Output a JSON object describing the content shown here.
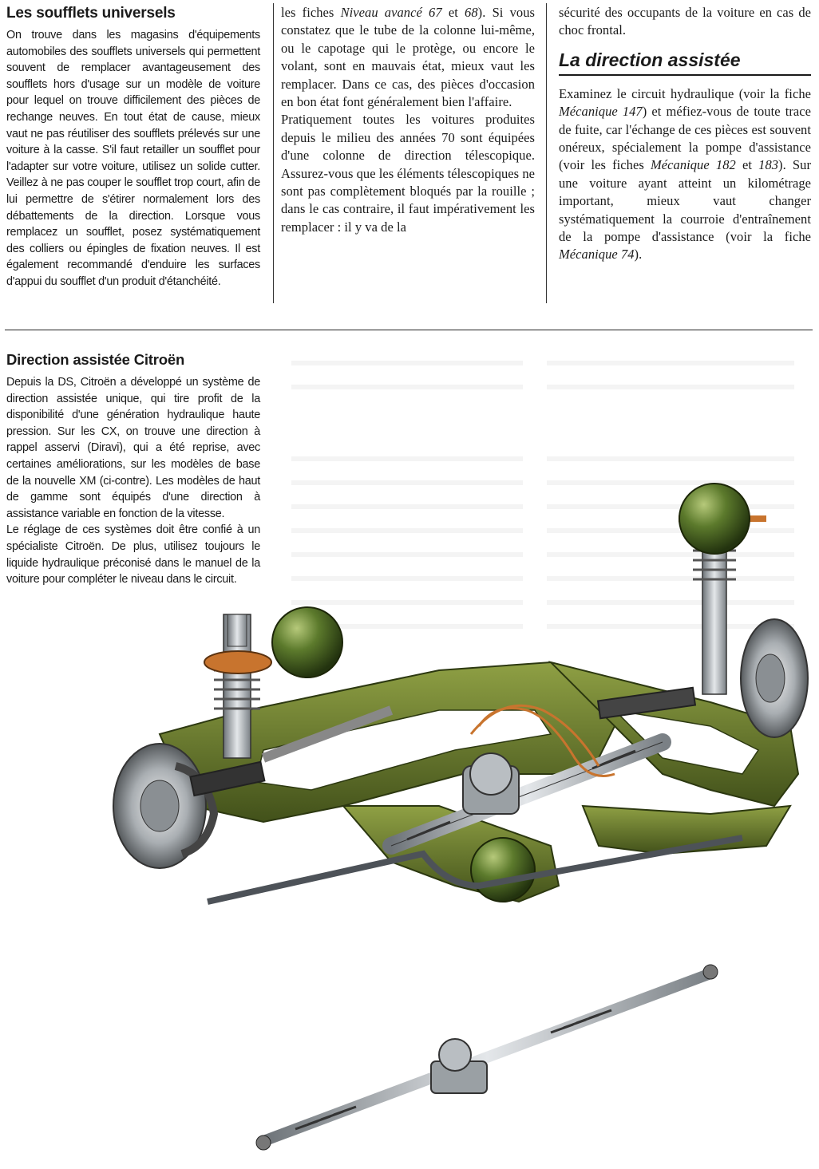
{
  "col1": {
    "title": "Les soufflets universels",
    "body": "On trouve dans les magasins d'équipements automobiles des soufflets universels qui permettent souvent de remplacer avantageusement des soufflets hors d'usage sur un modèle de voiture pour lequel on trouve difficilement des pièces de rechange neuves. En tout état de cause, mieux vaut ne pas réutiliser des soufflets prélevés sur une voiture à la casse. S'il faut retailler un soufflet pour l'adapter sur votre voiture, utilisez un solide cutter. Veillez à ne pas couper le soufflet trop court, afin de lui permettre de s'étirer normalement lors des débattements de la direction. Lorsque vous remplacez un soufflet, posez systématiquement des colliers ou épingles de fixation neuves. Il est également recommandé d'enduire les surfaces d'appui du soufflet d'un produit d'étanchéité."
  },
  "col2": {
    "p1_a": "les fiches ",
    "p1_b": "Niveau avancé 67",
    "p1_c": " et ",
    "p1_d": "68",
    "p1_e": "). Si vous constatez que le tube de la colonne lui-même, ou le capotage qui le protège, ou encore le volant, sont en mauvais état, mieux vaut les remplacer. Dans ce cas, des pièces d'occasion en bon état font généralement bien l'affaire.",
    "p2": "Pratiquement toutes les voitures produites depuis le milieu des années 70 sont équipées d'une colonne de direction télescopique. Assurez-vous que les éléments télescopiques ne sont pas complètement bloqués par la rouille ; dans le cas contraire, il faut impérativement les remplacer : il y va de la"
  },
  "col3": {
    "top": "sécurité des occupants de la voiture en cas de choc frontal.",
    "title": "La direction assistée",
    "p_a": "Examinez le circuit hydraulique (voir la fiche ",
    "p_b": "Mécanique 147",
    "p_c": ") et méfiez-vous de toute trace de fuite, car l'échange de ces pièces est souvent onéreux, spécialement la pompe d'assistance (voir les fiches ",
    "p_d": "Mécanique 182",
    "p_e": " et ",
    "p_f": "183",
    "p_g": "). Sur une voiture ayant atteint un kilométrage important, mieux vaut changer systématiquement la courroie d'entraînement de la pompe d'assistance (voir la fiche ",
    "p_h": "Mécanique 74",
    "p_i": ")."
  },
  "col4": {
    "title": "Direction assistée Citroën",
    "p1": "Depuis la DS, Citroën a développé un système de direction assistée unique, qui tire profit de la disponibilité d'une génération hydraulique haute pression. Sur les CX, on trouve une direction à rappel asservi (Diravi), qui a été reprise, avec certaines améliorations, sur les modèles de base de la nouvelle XM (ci-contre). Les modèles de haut de gamme sont équipés d'une direction à assistance variable en fonction de la vitesse.",
    "p2": "Le réglage de ces systèmes doit être confié à un spécialiste Citroën. De plus, utilisez toujours le liquide hydraulique préconisé dans le manuel de la voiture pour compléter le niveau dans le circuit."
  },
  "colors": {
    "subframe": "#5b6b25",
    "subframe_light": "#7d8f38",
    "sphere": "#5c7a2c",
    "metal": "#9aa0a4",
    "copper": "#c8742e",
    "rule": "#222222"
  }
}
